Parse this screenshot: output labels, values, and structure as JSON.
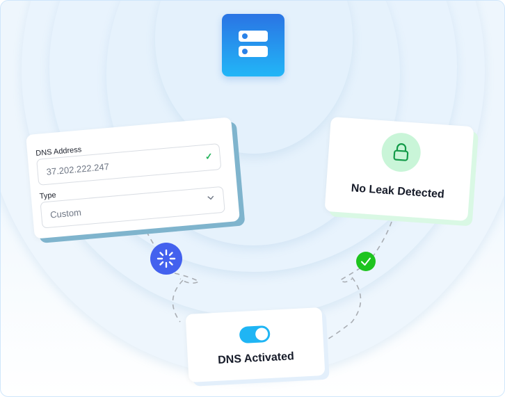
{
  "app_icon": {
    "name": "server-icon",
    "gradient": [
      "#2a74e4",
      "#22b6f7"
    ]
  },
  "dns_form": {
    "address_label": "DNS Address",
    "address_value": "37.202.222.247",
    "address_status": "valid",
    "type_label": "Type",
    "type_value": "Custom"
  },
  "leak_card": {
    "title": "No Leak Detected",
    "icon": "lock-icon"
  },
  "activation_card": {
    "title": "DNS Activated",
    "toggle_state": "on"
  },
  "status_badges": {
    "loading": {
      "icon": "spinner-icon",
      "color": "#4361ee"
    },
    "success": {
      "icon": "check-icon",
      "color": "#1ec41f"
    }
  },
  "colors": {
    "accent_blue": "#1fb5f4",
    "success_green": "#22b35a",
    "text_dark": "#161b29"
  }
}
